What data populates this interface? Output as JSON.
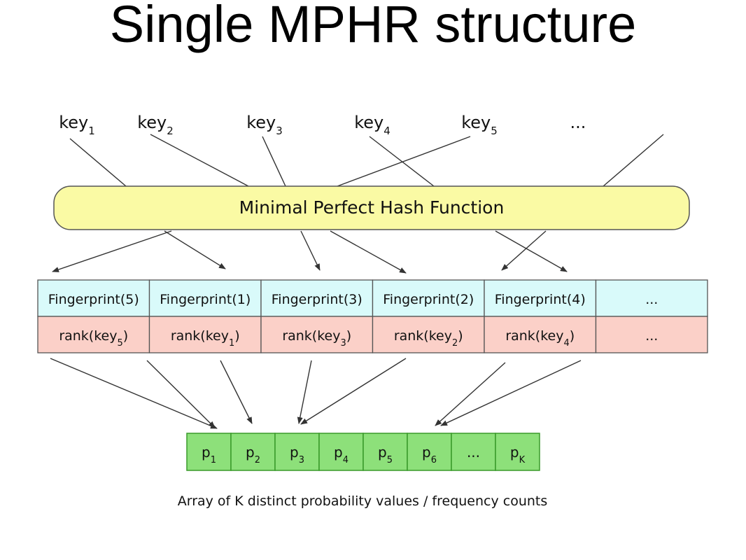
{
  "title": "Single MPHR structure",
  "keys": [
    {
      "base": "key",
      "sub": "1"
    },
    {
      "base": "key",
      "sub": "2"
    },
    {
      "base": "key",
      "sub": "3"
    },
    {
      "base": "key",
      "sub": "4"
    },
    {
      "base": "key",
      "sub": "5"
    },
    {
      "base": "...",
      "sub": ""
    }
  ],
  "mphf_label": "Minimal Perfect Hash Function",
  "fingerprints": [
    "Fingerprint(5)",
    "Fingerprint(1)",
    "Fingerprint(3)",
    "Fingerprint(2)",
    "Fingerprint(4)",
    "..."
  ],
  "ranks": [
    {
      "pre": "rank(key",
      "sub": "5",
      "post": ")"
    },
    {
      "pre": "rank(key",
      "sub": "1",
      "post": ")"
    },
    {
      "pre": "rank(key",
      "sub": "3",
      "post": ")"
    },
    {
      "pre": "rank(key",
      "sub": "2",
      "post": ")"
    },
    {
      "pre": "rank(key",
      "sub": "4",
      "post": ")"
    },
    {
      "pre": "...",
      "sub": "",
      "post": ""
    }
  ],
  "probabilities": [
    {
      "base": "p",
      "sub": "1"
    },
    {
      "base": "p",
      "sub": "2"
    },
    {
      "base": "p",
      "sub": "3"
    },
    {
      "base": "p",
      "sub": "4"
    },
    {
      "base": "p",
      "sub": "5"
    },
    {
      "base": "p",
      "sub": "6"
    },
    {
      "base": "...",
      "sub": ""
    },
    {
      "base": "p",
      "sub": "K"
    }
  ],
  "caption": "Array of K distinct probability values / frequency counts",
  "colors": {
    "mphf_fill": "#fafaa4",
    "fingerprint_fill": "#d9fafa",
    "rank_fill": "#fbd0c8",
    "prob_fill": "#8de07a",
    "prob_stroke": "#3a9a2a",
    "line": "#333333"
  }
}
